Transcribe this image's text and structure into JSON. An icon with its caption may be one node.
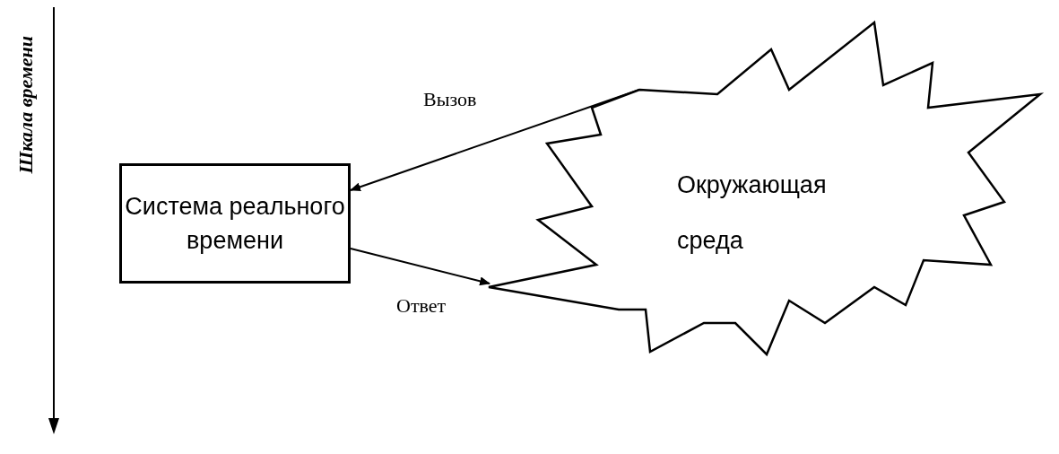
{
  "diagram": {
    "nodes": [
      {
        "text": [
          "Система реального времени"
        ]
      },
      {
        "text": [
          "Окружающая среда"
        ]
      }
    ],
    "edges": [
      {
        "from": 1,
        "to": 0,
        "label": "Вызов",
        "arrow": "to"
      },
      {
        "from": 0,
        "to": 1,
        "label": "Ответ",
        "arrow": "to"
      }
    ],
    "labels": [
      "Шкала времени"
    ]
  }
}
